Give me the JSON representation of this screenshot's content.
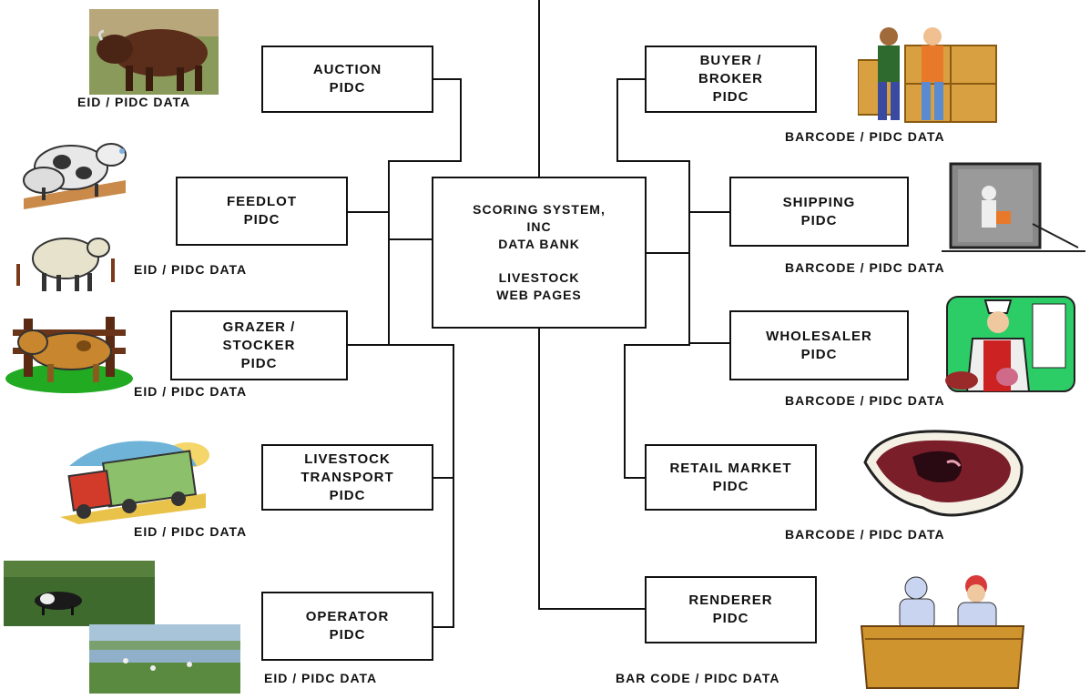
{
  "center": {
    "line1": "SCORING SYSTEM,",
    "line2": "INC",
    "line3": "DATA BANK",
    "line4": "LIVESTOCK",
    "line5": "WEB PAGES"
  },
  "left_nodes": {
    "auction": [
      "AUCTION",
      "PIDC"
    ],
    "feedlot": [
      "FEEDLOT",
      "PIDC"
    ],
    "grazer": [
      "GRAZER /",
      "STOCKER",
      "PIDC"
    ],
    "transport": [
      "LIVESTOCK",
      "TRANSPORT",
      "PIDC"
    ],
    "operator": [
      "OPERATOR",
      "PIDC"
    ]
  },
  "right_nodes": {
    "buyer": [
      "BUYER /",
      "BROKER",
      "PIDC"
    ],
    "shipping": [
      "SHIPPING",
      "PIDC"
    ],
    "wholesaler": [
      "WHOLESALER",
      "PIDC"
    ],
    "retail": [
      "RETAIL MARKET",
      "PIDC"
    ],
    "renderer": [
      "RENDERER",
      "PIDC"
    ]
  },
  "labels": {
    "eid_auction": "EID / PIDC DATA",
    "eid_feedlot": "EID / PIDC DATA",
    "eid_grazer": "EID / PIDC DATA",
    "eid_transport": "EID / PIDC DATA",
    "eid_operator": "EID / PIDC DATA",
    "bc_buyer": "BARCODE / PIDC DATA",
    "bc_shipping": "BARCODE / PIDC DATA",
    "bc_wholesaler": "BARCODE / PIDC DATA",
    "bc_retail": "BARCODE / PIDC DATA",
    "bc_renderer": "BAR CODE / PIDC DATA"
  },
  "icons": [
    "bull-photo",
    "dairy-cows-clipart",
    "sheep-clipart",
    "cow-fence-clipart",
    "livestock-truck-clipart",
    "pasture-cow-photo",
    "pasture-landscape-photo",
    "workers-boxes-clipart",
    "loading-dock-clipart",
    "butcher-clipart",
    "steak-clipart",
    "lab-workers-clipart"
  ]
}
